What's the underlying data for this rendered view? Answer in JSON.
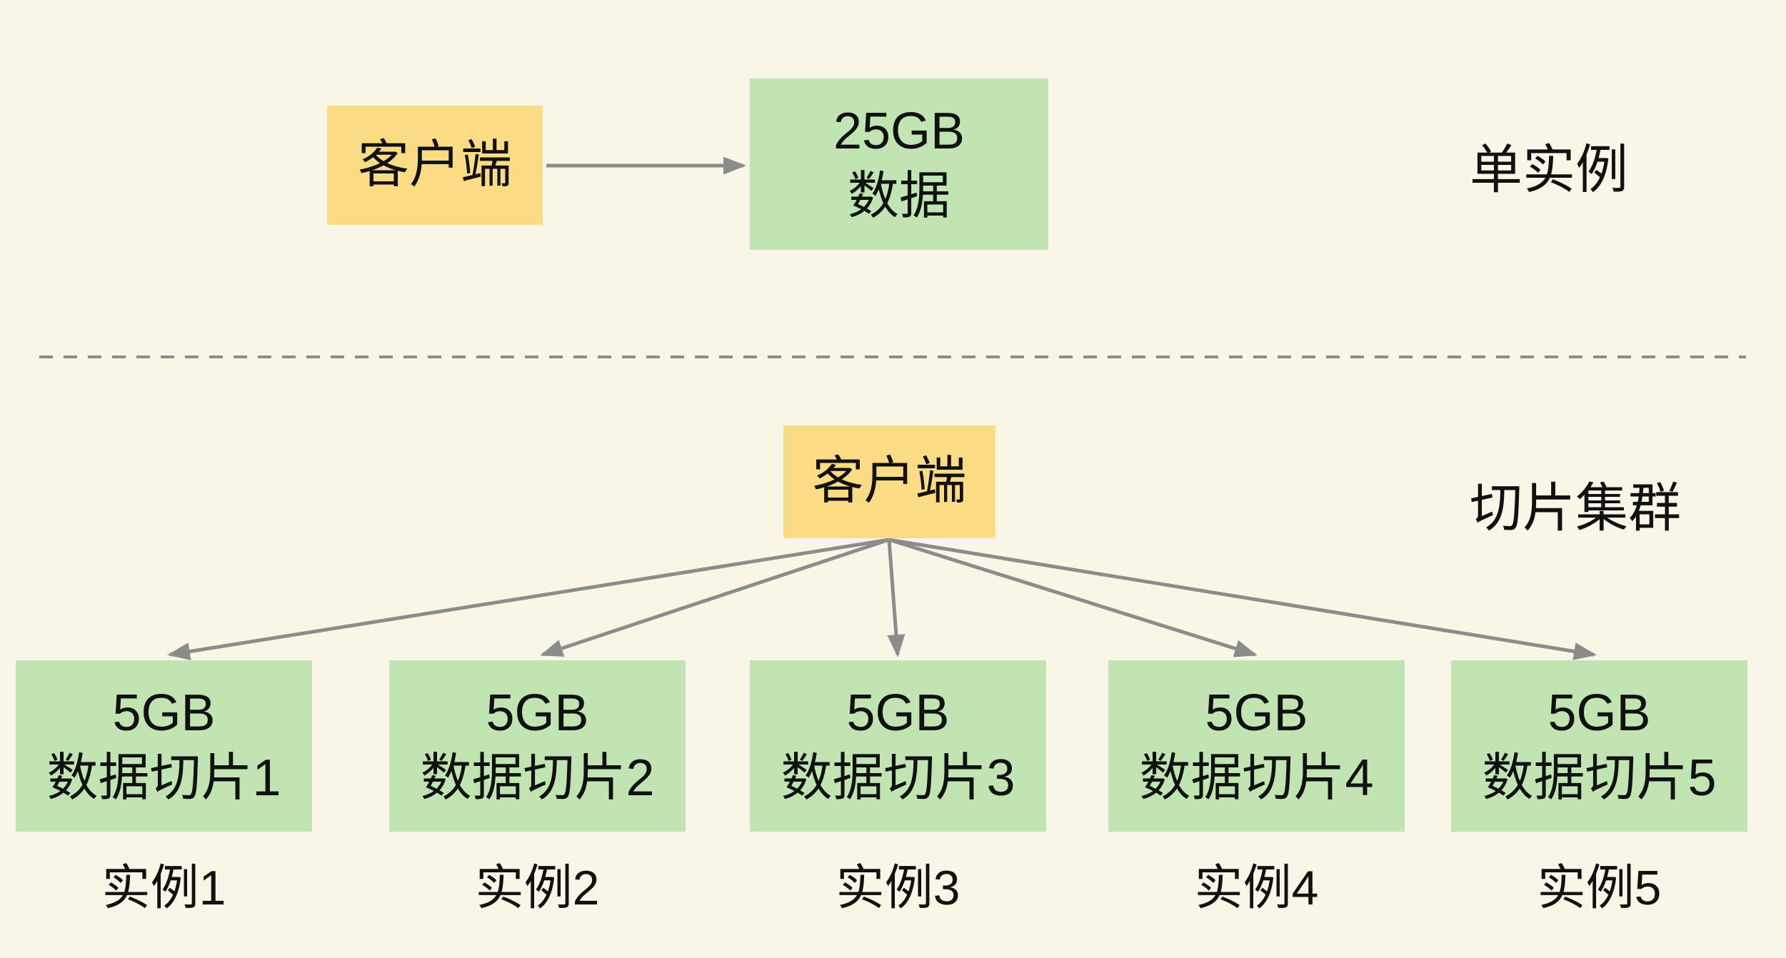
{
  "colors": {
    "background": "#F9F6E8",
    "client_box": "#FADC84",
    "data_box": "#C0E5B3",
    "arrow": "#8C8C8C",
    "text": "#111111"
  },
  "single_instance": {
    "section_label": "单实例",
    "client_label": "客户端",
    "data_box": {
      "line1": "25GB",
      "line2": "数据"
    }
  },
  "sharded_cluster": {
    "section_label": "切片集群",
    "client_label": "客户端",
    "shards": [
      {
        "size": "5GB",
        "name": "数据切片1",
        "instance": "实例1"
      },
      {
        "size": "5GB",
        "name": "数据切片2",
        "instance": "实例2"
      },
      {
        "size": "5GB",
        "name": "数据切片3",
        "instance": "实例3"
      },
      {
        "size": "5GB",
        "name": "数据切片4",
        "instance": "实例4"
      },
      {
        "size": "5GB",
        "name": "数据切片5",
        "instance": "实例5"
      }
    ]
  }
}
